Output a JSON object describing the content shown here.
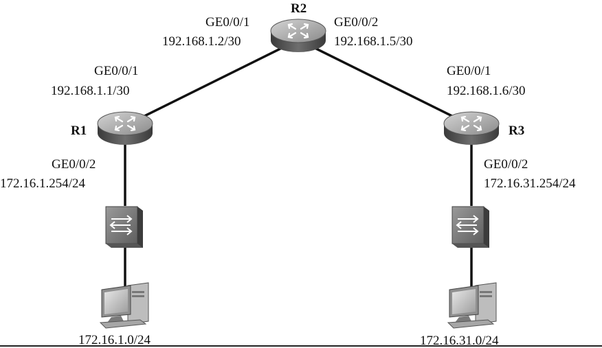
{
  "routers": {
    "r1": {
      "name": "R1",
      "if_up": "GE0/0/1",
      "ip_up": "192.168.1.1/30",
      "if_down": "GE0/0/2",
      "ip_down": "172.16.1.254/24"
    },
    "r2": {
      "name": "R2",
      "if_left": "GE0/0/1",
      "ip_left": "192.168.1.2/30",
      "if_right": "GE0/0/2",
      "ip_right": "192.168.1.5/30"
    },
    "r3": {
      "name": "R3",
      "if_up": "GE0/0/1",
      "ip_up": "192.168.1.6/30",
      "if_down": "GE0/0/2",
      "ip_down": "172.16.31.254/24"
    }
  },
  "networks": {
    "left": "172.16.1.0/24",
    "right": "172.16.31.0/24"
  },
  "colors": {
    "line": "#111111",
    "router_top": "#a8a8a8",
    "router_side": "#5a5a5a",
    "switch_face": "#7a7a7a"
  },
  "icons": {
    "router": "router-icon",
    "switch": "switch-icon",
    "pc": "pc-icon"
  }
}
